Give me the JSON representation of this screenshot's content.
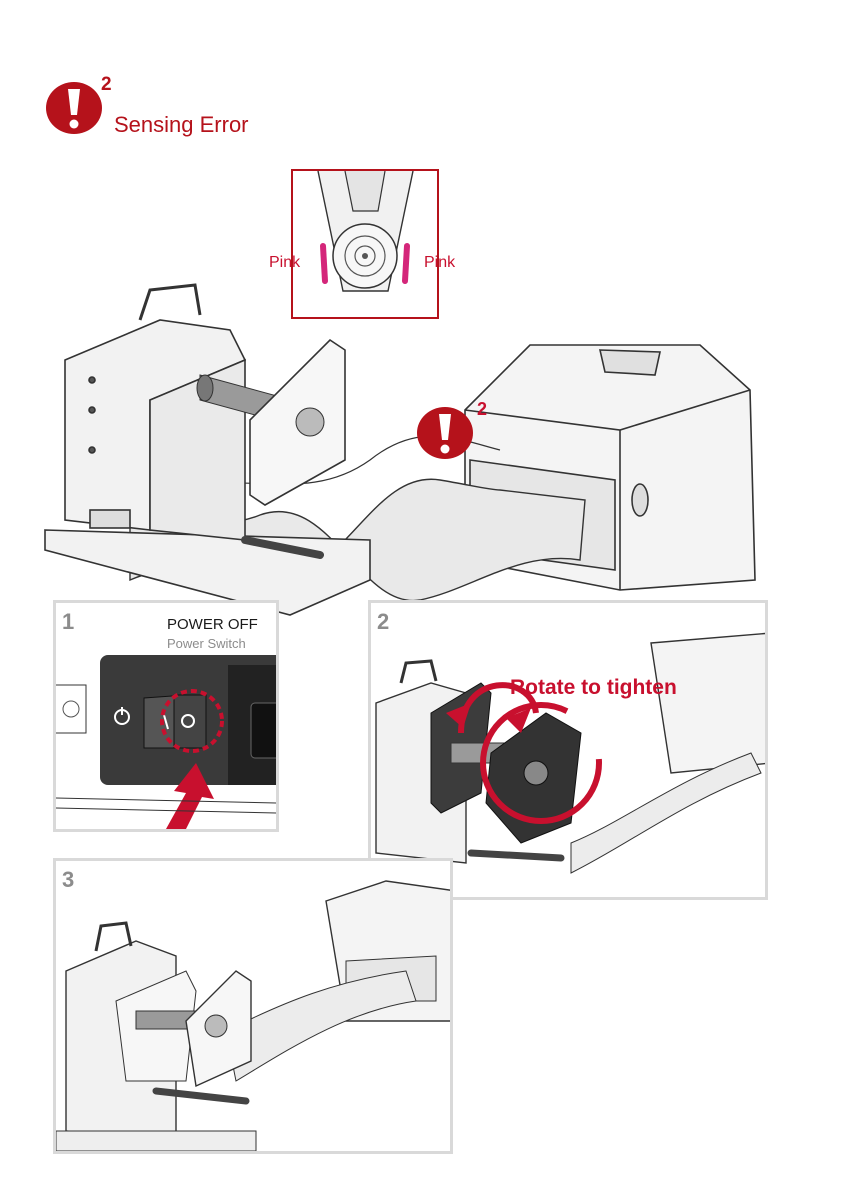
{
  "header": {
    "superscript": "2",
    "title": "Sensing Error"
  },
  "sensor_callout": {
    "left_label": "Pink",
    "right_label": "Pink"
  },
  "error_marker_superscript": "2",
  "steps": [
    {
      "number": "1",
      "title": "POWER OFF",
      "subtitle": "Power Switch"
    },
    {
      "number": "2",
      "caption": "Rotate to tighten"
    },
    {
      "number": "3"
    }
  ],
  "colors": {
    "accent": "#b5121b",
    "pink": "#d4267a",
    "panel_border": "#d9d9d9"
  }
}
